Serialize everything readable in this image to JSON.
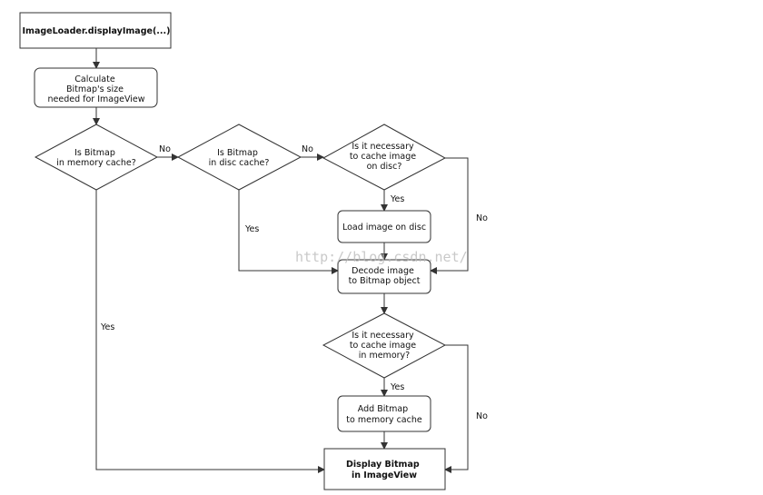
{
  "nodes": {
    "start": {
      "lines": [
        "ImageLoader.displayImage(...)"
      ],
      "bold": true
    },
    "calc_size": {
      "lines": [
        "Calculate",
        "Bitmap's size",
        "needed for ImageView"
      ]
    },
    "in_memory": {
      "lines": [
        "Is Bitmap",
        "in memory cache?"
      ]
    },
    "in_disc": {
      "lines": [
        "Is Bitmap",
        "in disc cache?"
      ]
    },
    "cache_disc": {
      "lines": [
        "Is it necessary",
        "to cache image",
        "on disc?"
      ]
    },
    "load_disc": {
      "lines": [
        "Load image on disc"
      ]
    },
    "decode": {
      "lines": [
        "Decode image",
        "to Bitmap object"
      ]
    },
    "cache_memory": {
      "lines": [
        "Is it necessary",
        "to cache image",
        "in memory?"
      ]
    },
    "add_bitmap": {
      "lines": [
        "Add Bitmap",
        "to memory cache"
      ]
    },
    "display": {
      "lines": [
        "Display Bitmap",
        "in ImageView"
      ],
      "bold": true
    }
  },
  "edge_labels": {
    "memory_no": "No",
    "disc_no": "No",
    "cache_disc_yes": "Yes",
    "cache_disc_no": "No",
    "disc_yes": "Yes",
    "memory_yes": "Yes",
    "cache_memory_yes": "Yes",
    "cache_memory_no": "No"
  },
  "watermark": "http://blog.csdn.net/"
}
